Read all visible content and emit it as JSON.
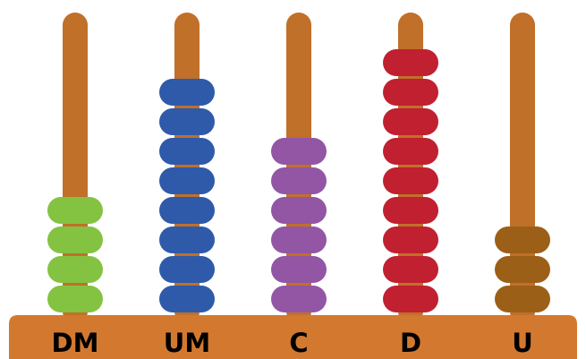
{
  "title": "",
  "colors": {
    "rod": "#c07029",
    "base": "#d3792f",
    "label": "#000000"
  },
  "columns": [
    {
      "label": "DM",
      "beads": 4,
      "bead_color": "#83c341"
    },
    {
      "label": "UM",
      "beads": 8,
      "bead_color": "#2f5aa9"
    },
    {
      "label": "C",
      "beads": 6,
      "bead_color": "#9256a5"
    },
    {
      "label": "D",
      "beads": 9,
      "bead_color": "#c02030"
    },
    {
      "label": "U",
      "beads": 3,
      "bead_color": "#9c5f18"
    }
  ]
}
